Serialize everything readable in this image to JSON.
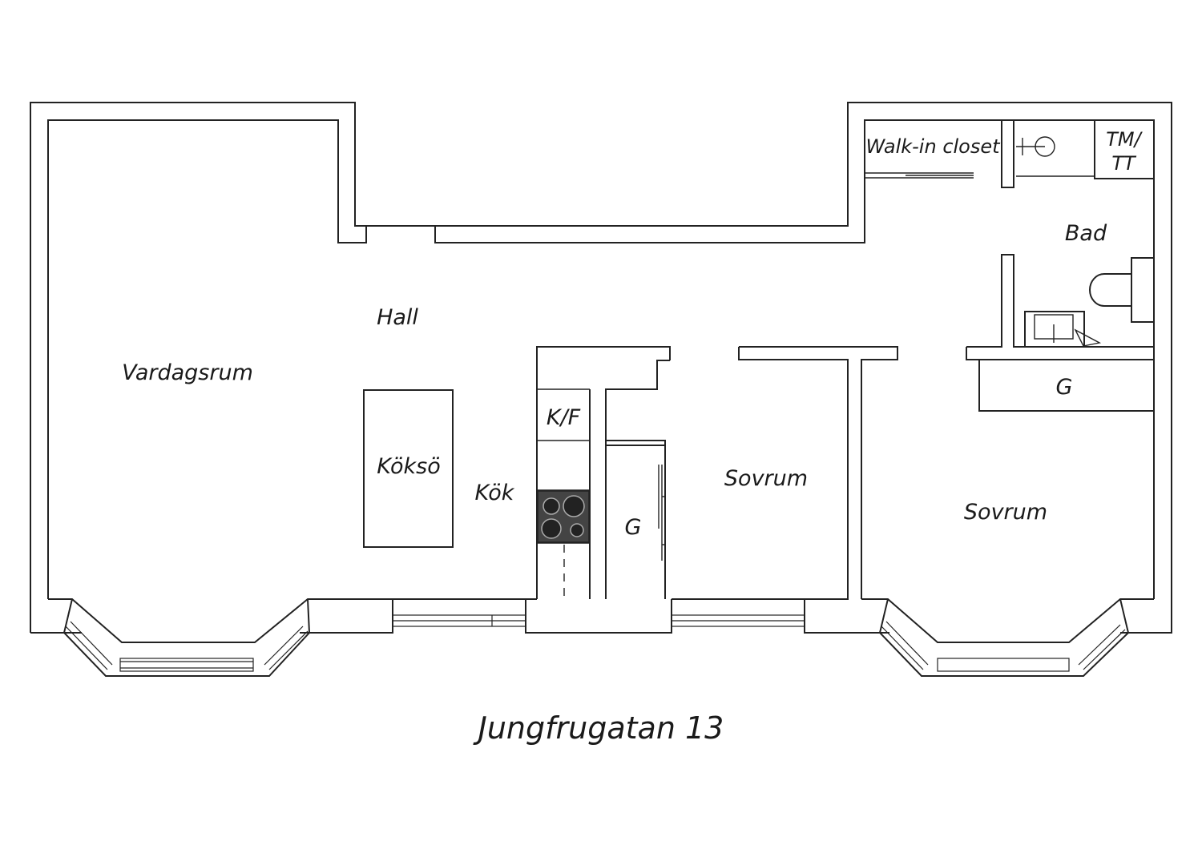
{
  "plan": {
    "title": "Jungfrugatan 13",
    "rooms": {
      "vardagsrum": "Vardagsrum",
      "hall": "Hall",
      "koksoe": "Köksö",
      "kok": "Kök",
      "kf": "K/F",
      "g_closet_middle": "G",
      "sovrum_middle": "Sovrum",
      "sovrum_right": "Sovrum",
      "g_closet_right": "G",
      "bad": "Bad",
      "walk_in_closet": "Walk-in closet",
      "tm_line1": "TM/",
      "tm_line2": "TT"
    }
  }
}
